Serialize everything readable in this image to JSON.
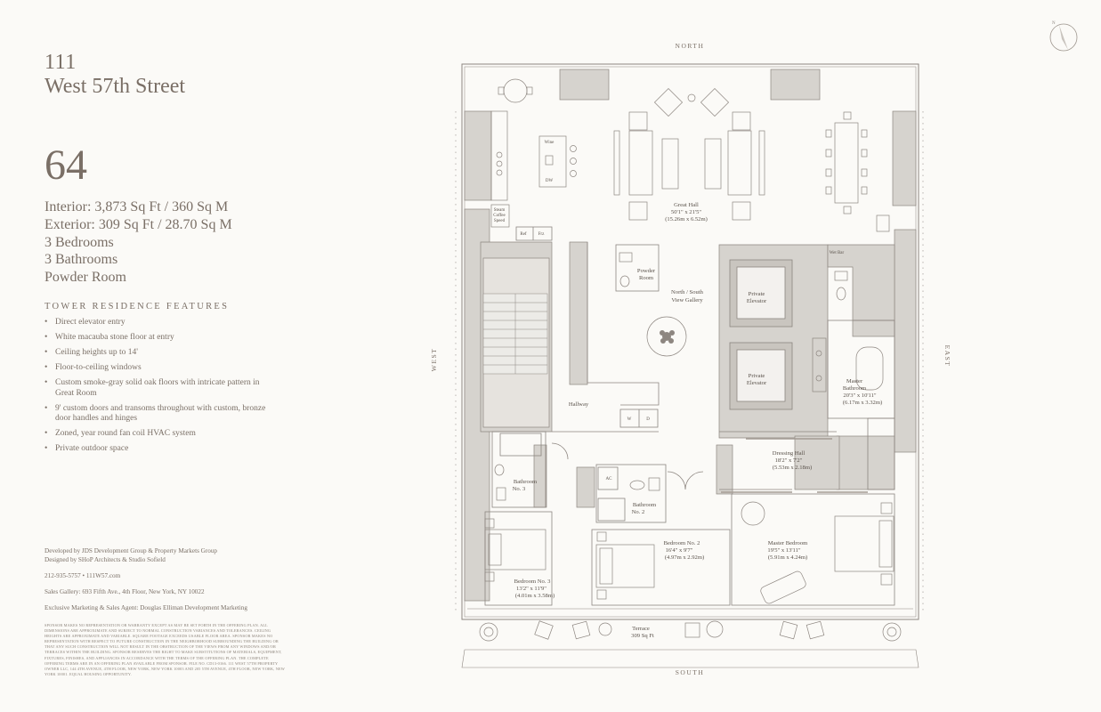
{
  "building": {
    "line1": "111",
    "line2": "West 57th Street"
  },
  "unit_number": "64",
  "stats": [
    "Interior: 3,873 Sq Ft / 360 Sq M",
    "Exterior: 309 Sq Ft / 28.70 Sq M",
    "3 Bedrooms",
    "3 Bathrooms",
    "Powder Room"
  ],
  "features_title": "TOWER RESIDENCE FEATURES",
  "features": [
    "Direct elevator entry",
    "White macauba stone floor at entry",
    "Ceiling heights up to 14'",
    "Floor-to-ceiling windows",
    "Custom smoke-gray solid oak floors with intricate pattern in Great Room",
    "9' custom doors and transoms throughout with custom, bronze door handles and hinges",
    "Zoned, year round fan coil HVAC system",
    "Private outdoor space"
  ],
  "credits": {
    "developed": "Developed by JDS Development Group & Property Markets Group",
    "designed": "Designed by SHoP Architects & Studio Sofield",
    "contact": "212-935-5757   •   111W57.com",
    "gallery": "Sales Gallery: 693 Fifth Ave., 4th Floor, New York, NY 10022",
    "agent": "Exclusive Marketing & Sales Agent: Douglas Elliman Development Marketing"
  },
  "disclaimer": "SPONSOR MAKES NO REPRESENTATION OR WARRANTY EXCEPT AS MAY BE SET FORTH IN THE OFFERING PLAN. ALL DIMENSIONS ARE APPROXIMATE AND SUBJECT TO NORMAL CONSTRUCTION VARIANCES AND TOLERANCES. CEILING HEIGHTS ARE APPROXIMATE AND VARIABLE. SQUARE FOOTAGE EXCEEDS USABLE FLOOR AREA. SPONSOR MAKES NO REPRESENTATION WITH RESPECT TO FUTURE CONSTRUCTION IN THE NEIGHBORHOOD SURROUNDING THE BUILDING OR THAT ANY SUCH CONSTRUCTION WILL NOT RESULT IN THE OBSTRUCTION OF THE VIEWS FROM ANY WINDOWS AND/OR TERRACES WITHIN THE BUILDING. SPONSOR RESERVES THE RIGHT TO MAKE SUBSTITUTIONS OF MATERIALS, EQUIPMENT, FIXTURES, FINISHES, AND APPLIANCES IN ACCORDANCE WITH THE TERMS OF THE OFFERING PLAN. THE COMPLETE OFFERING TERMS ARE IN AN OFFERING PLAN AVAILABLE FROM SPONSOR. FILE NO. CD13-0166. 111 WEST 57TH PROPERTY OWNER LLC, 144 4TH AVENUE, 4TH FLOOR, NEW YORK, NEW YORK 10003 AND 205 5TH AVENUE, 4TH FLOOR, NEW YORK, NEW YORK 10001. EQUAL HOUSING OPPORTUNITY.",
  "directions": {
    "north": "NORTH",
    "south": "SOUTH",
    "east": "EAST",
    "west": "WEST"
  },
  "rooms": {
    "great_hall": [
      "Great Hall",
      "50'1\" x 21'5\"",
      "(15.26m x 6.52m)"
    ],
    "powder_room": [
      "Powder",
      "Room"
    ],
    "gallery": [
      "North / South",
      "View Gallery"
    ],
    "elevator1": [
      "Private",
      "Elevator"
    ],
    "elevator2": [
      "Private",
      "Elevator"
    ],
    "master_bath": [
      "Master",
      "Bathroom",
      "20'3\" x 10'11\"",
      "(6.17m x 3.32m)"
    ],
    "hallway": [
      "Hallway"
    ],
    "dressing_hall": [
      "Dressing Hall",
      "18'2\" x 7'2\"",
      "(5.53m x 2.18m)"
    ],
    "bath3": [
      "Bathroom",
      "No. 3"
    ],
    "bath2": [
      "Bathroom",
      "No. 2"
    ],
    "bedroom2": [
      "Bedroom No. 2",
      "16'4\" x 9'7\"",
      "(4.97m x 2.92m)"
    ],
    "master_bed": [
      "Master Bedroom",
      "19'5\" x 13'11\"",
      "(5.91m x 4.24m)"
    ],
    "bedroom3": [
      "Bedroom No. 3",
      "13'2\" x 11'9\"",
      "(4.01m x 3.58m)"
    ],
    "terrace": [
      "Terrace",
      "309 Sq Ft"
    ]
  },
  "small_labels": {
    "wine": "Wine",
    "dw": "DW",
    "steam_coffee": [
      "Steam",
      "Coffee",
      "Speed"
    ],
    "ref": "Ref",
    "frz": "Frz",
    "wet_bar": "Wet Bar",
    "w": "W",
    "d": "D",
    "ac": "AC"
  },
  "colors": {
    "wall": "#d6d3ce",
    "line": "#8d8680",
    "text": "#7a6f66",
    "background": "#fbfaf7"
  }
}
